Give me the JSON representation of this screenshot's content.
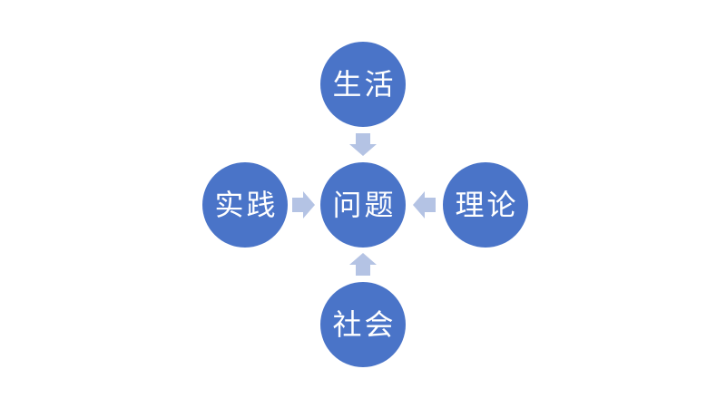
{
  "diagram": {
    "type": "converging-radial",
    "nodes": {
      "top": {
        "label": "生活"
      },
      "left": {
        "label": "实践"
      },
      "center": {
        "label": "问题"
      },
      "right": {
        "label": "理论"
      },
      "bottom": {
        "label": "社会"
      }
    },
    "arrows": [
      {
        "name": "top-to-center",
        "direction": "down"
      },
      {
        "name": "left-to-center",
        "direction": "right"
      },
      {
        "name": "right-to-center",
        "direction": "left"
      },
      {
        "name": "bottom-to-center",
        "direction": "up"
      }
    ],
    "colors": {
      "circle_fill": "#4A74C8",
      "arrow_fill": "#B4C3E4",
      "label_text": "#FFFFFF",
      "background": "#FFFFFF"
    }
  }
}
